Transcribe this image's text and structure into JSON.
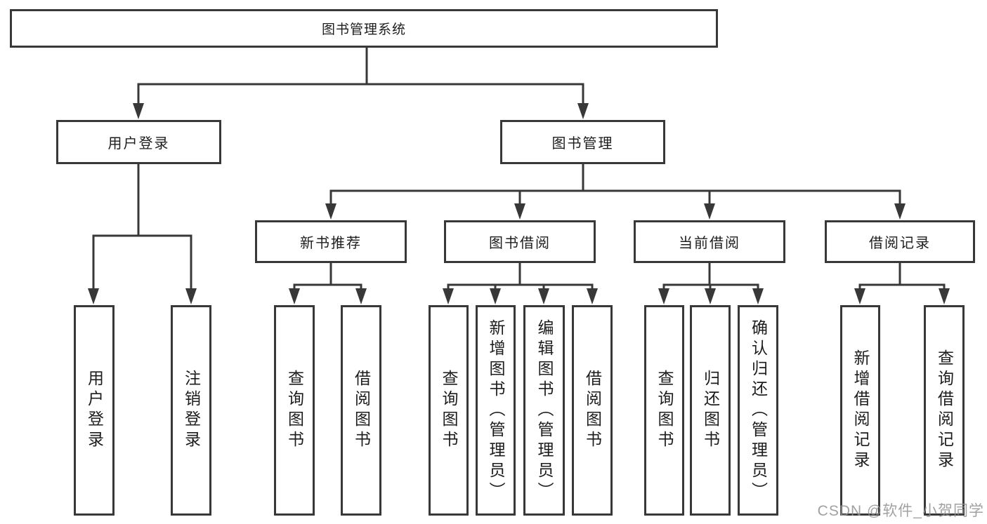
{
  "title": {
    "label": "图书管理系统"
  },
  "level2": [
    {
      "label": "用户登录"
    },
    {
      "label": "图书管理"
    }
  ],
  "level3": [
    {
      "label": "新书推荐"
    },
    {
      "label": "图书借阅"
    },
    {
      "label": "当前借阅"
    },
    {
      "label": "借阅记录"
    }
  ],
  "leaves": [
    {
      "label": "用户登录"
    },
    {
      "label": "注销登录"
    },
    {
      "label": "查询图书"
    },
    {
      "label": "借阅图书"
    },
    {
      "label": "查询图书"
    },
    {
      "label": "新增图书（管理员）"
    },
    {
      "label": "编辑图书（管理员）"
    },
    {
      "label": "借阅图书"
    },
    {
      "label": "查询图书"
    },
    {
      "label": "归还图书"
    },
    {
      "label": "确认归还（管理员）"
    },
    {
      "label": "新增借阅记录"
    },
    {
      "label": "查询借阅记录"
    }
  ],
  "watermark": "CSDN @软件_小贺同学",
  "colors": {
    "line": "#383838",
    "text": "#1d1d1d",
    "watermark": "#919191",
    "background": "#ffffff"
  }
}
